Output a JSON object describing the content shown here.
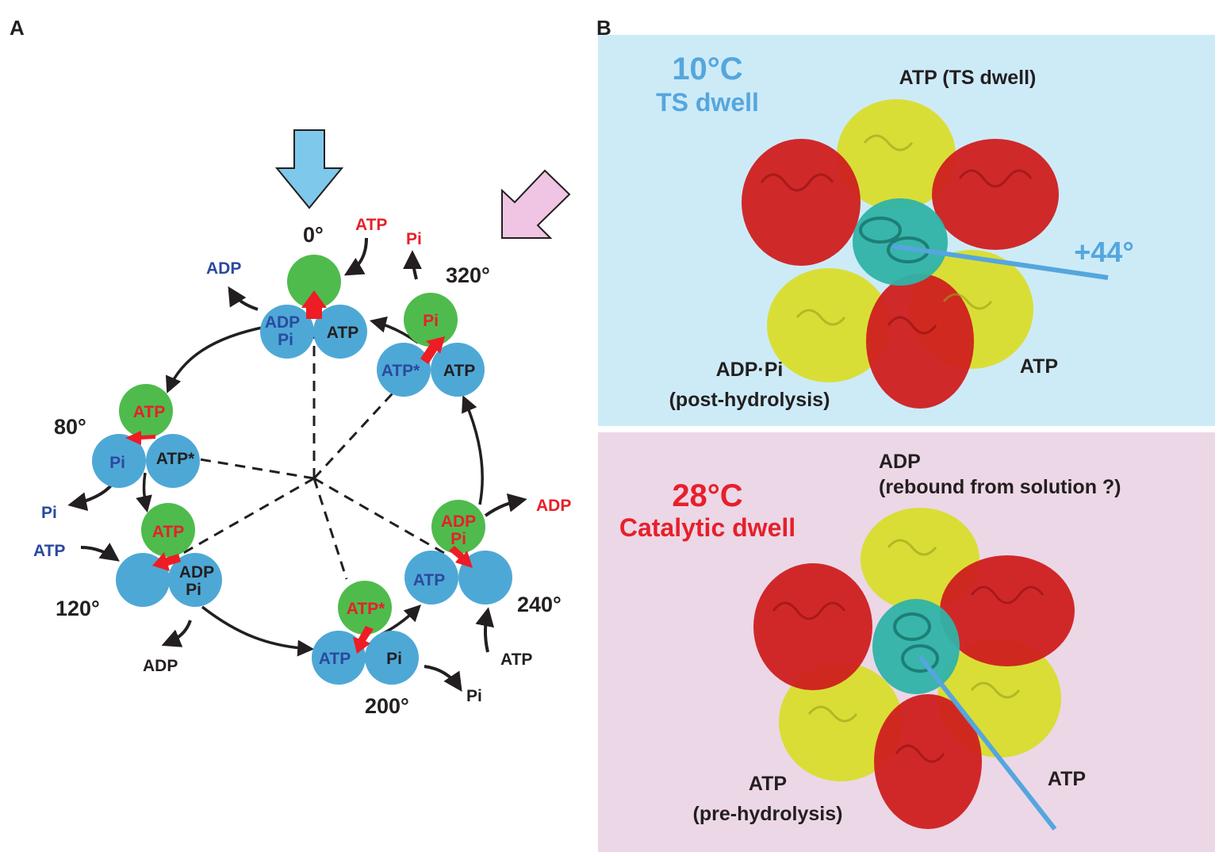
{
  "panel_labels": {
    "a": "A",
    "b": "B"
  },
  "colors": {
    "blue_subunit": "#4ea8d6",
    "green_subunit": "#4fbb4c",
    "red_arrow": "#ee1c24",
    "blue_text": "#2b4a9f",
    "red_text": "#e6202a",
    "black_text": "#231f20",
    "light_blue_bg": "#cdebf7",
    "pink_bg": "#ecd7e7",
    "down_arrow_fill": "#7ec8ec",
    "pink_arrow_fill": "#f0c5e3",
    "protein_red": "#cf1f1f",
    "protein_yellow": "#d9dd2c",
    "protein_teal": "#2fb3a8",
    "axis_blue": "#55a6dd"
  },
  "panel_a": {
    "angles": {
      "a0": "0°",
      "a80": "80°",
      "a120": "120°",
      "a200": "200°",
      "a240": "240°",
      "a320": "320°"
    },
    "states": {
      "s0": {
        "left": "ADP",
        "left2": "Pi",
        "right": "ATP"
      },
      "s320": {
        "top": "Pi",
        "left": "ATP*",
        "right": "ATP"
      },
      "s80": {
        "top": "ATP",
        "left": "Pi",
        "right": "ATP*"
      },
      "s120": {
        "top": "ATP",
        "right": "ADP",
        "right2": "Pi"
      },
      "s200": {
        "top": "ATP*",
        "left": "ATP",
        "right": "Pi"
      },
      "s240": {
        "top": "ADP",
        "top2": "Pi",
        "left": "ATP"
      }
    },
    "ligands": {
      "atp_0": "ATP",
      "adp_0": "ADP",
      "pi_320": "Pi",
      "pi_80": "Pi",
      "atp_120": "ATP",
      "adp_120": "ADP",
      "pi_200": "Pi",
      "atp_240": "ATP",
      "adp_240": "ADP"
    }
  },
  "panel_b": {
    "top": {
      "temp": "10°C",
      "dwell": "TS dwell",
      "label_top": "ATP (TS dwell)",
      "label_left": "ADP·Pi",
      "label_left2": "(post-hydrolysis)",
      "label_right": "ATP",
      "angle": "+44°"
    },
    "bottom": {
      "temp": "28°C",
      "dwell": "Catalytic dwell",
      "label_top": "ADP",
      "label_top2": "(rebound from solution ?)",
      "label_left": "ATP",
      "label_left2": "(pre-hydrolysis)",
      "label_right": "ATP"
    }
  }
}
